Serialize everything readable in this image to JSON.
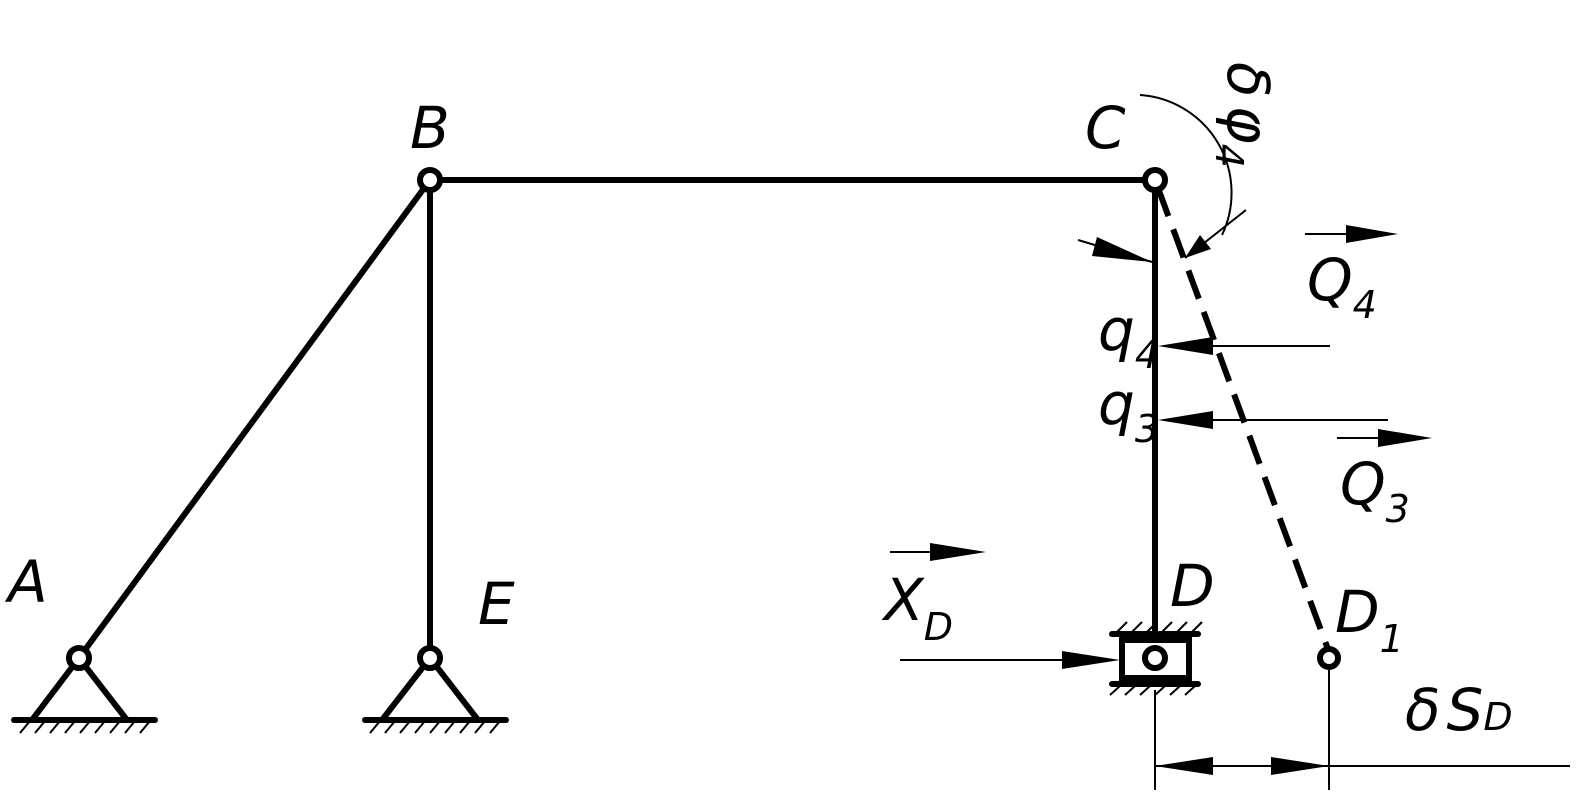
{
  "points": {
    "A": "A",
    "B": "B",
    "C": "C",
    "D": "D",
    "D1": {
      "base": "D",
      "sub": "1"
    },
    "E": "E"
  },
  "loads": {
    "q4": {
      "base": "q",
      "sub": "4"
    },
    "q3": {
      "base": "q",
      "sub": "3"
    },
    "Q4": {
      "base": "Q",
      "sub": "4"
    },
    "Q3": {
      "base": "Q",
      "sub": "3"
    },
    "XD": {
      "base": "X",
      "sub": "D"
    }
  },
  "virtual": {
    "dphi4": {
      "delta": "δ",
      "base": "φ",
      "sub": "4"
    },
    "dSD": {
      "delta": "δ",
      "base": "S",
      "sub": "D"
    }
  }
}
